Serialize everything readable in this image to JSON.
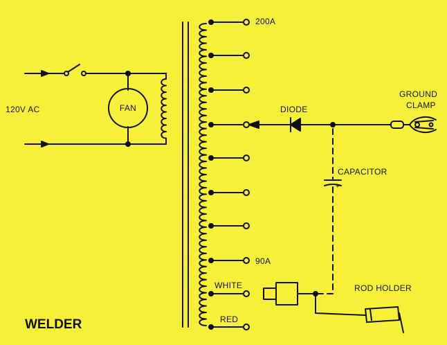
{
  "title": "WELDER",
  "labels": {
    "input": "120V AC",
    "fan": "FAN",
    "tap_top": "200A",
    "tap_low": "90A",
    "diode": "DIODE",
    "ground_line1": "GROUND",
    "ground_line2": "CLAMP",
    "capacitor": "CAPACITOR",
    "capacitor_plus": "+",
    "white": "WHITE",
    "red": "RED",
    "rod_holder": "ROD HOLDER"
  },
  "colors": {
    "background": "#f7f03a",
    "ink": "#111111"
  }
}
